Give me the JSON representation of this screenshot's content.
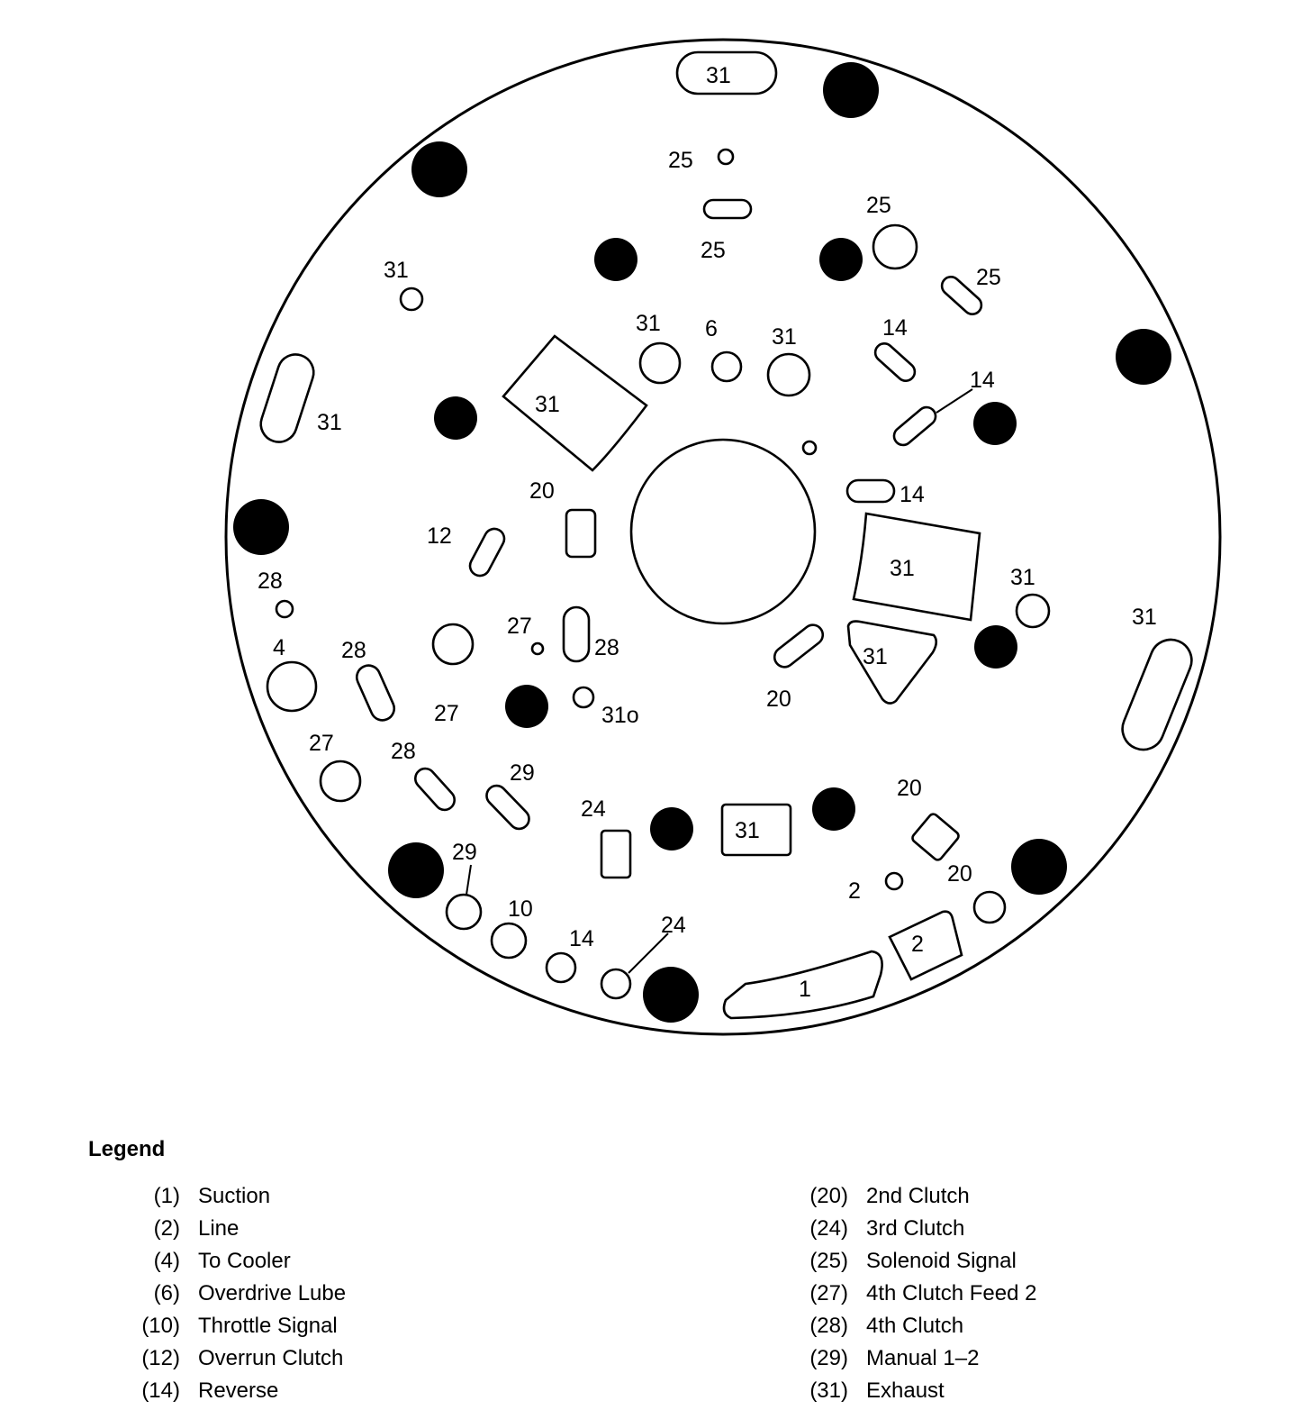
{
  "plate_labels": {
    "l31_top": "31",
    "l25_a": "25",
    "l25_b": "25",
    "l25_c": "25",
    "l25_d": "25",
    "l31_a": "31",
    "l31_b": "31",
    "l6": "6",
    "l31_c": "31",
    "l14_a": "14",
    "l14_b": "14",
    "l31_d": "31",
    "l31_e": "31",
    "l20_a": "20",
    "l14_c": "14",
    "l12": "12",
    "l31_f": "31",
    "l31_g": "31",
    "l28_a": "28",
    "l31_h": "31",
    "l27_a": "27",
    "l28_b": "28",
    "l4": "4",
    "l28_c": "28",
    "l31_i": "31",
    "l27_b": "27",
    "l31o": "31o",
    "l20_b": "20",
    "l27_c": "27",
    "l28_d": "28",
    "l29_a": "29",
    "l20_c": "20",
    "l24_a": "24",
    "l31_j": "31",
    "l29_b": "29",
    "l2_a": "2",
    "l20_d": "20",
    "l10": "10",
    "l2_b": "2",
    "l14_d": "14",
    "l24_b": "24",
    "l1": "1"
  },
  "legend": {
    "title": "Legend",
    "left": [
      {
        "num": "(1)",
        "label": "Suction"
      },
      {
        "num": "(2)",
        "label": "Line"
      },
      {
        "num": "(4)",
        "label": "To Cooler"
      },
      {
        "num": "(6)",
        "label": "Overdrive Lube"
      },
      {
        "num": "(10)",
        "label": "Throttle Signal"
      },
      {
        "num": "(12)",
        "label": "Overrun Clutch"
      },
      {
        "num": "(14)",
        "label": "Reverse"
      }
    ],
    "right": [
      {
        "num": "(20)",
        "label": "2nd Clutch"
      },
      {
        "num": "(24)",
        "label": "3rd Clutch"
      },
      {
        "num": "(25)",
        "label": "Solenoid Signal"
      },
      {
        "num": "(27)",
        "label": "4th Clutch Feed 2"
      },
      {
        "num": "(28)",
        "label": "4th Clutch"
      },
      {
        "num": "(29)",
        "label": "Manual 1–2"
      },
      {
        "num": "(31)",
        "label": "Exhaust"
      }
    ]
  }
}
